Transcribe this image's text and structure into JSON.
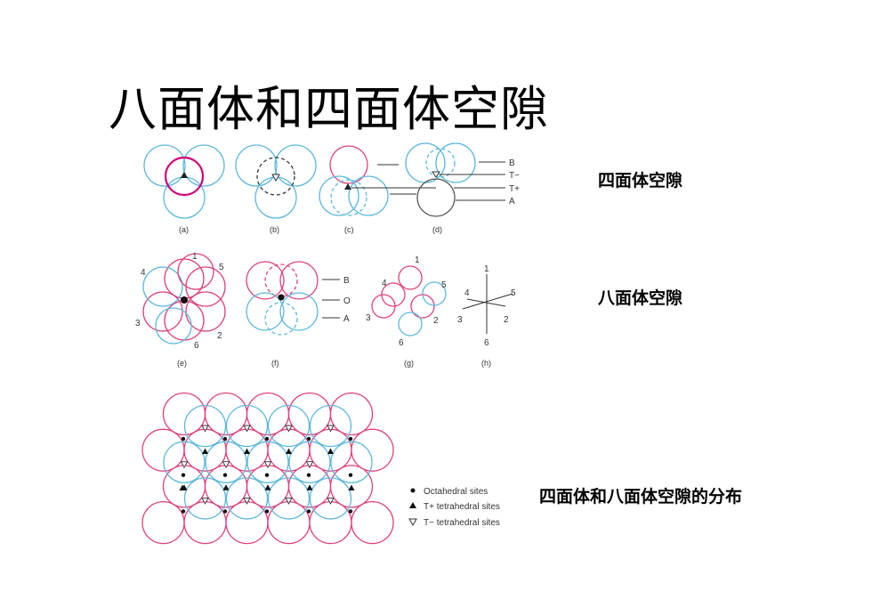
{
  "title": "八面体和四面体空隙",
  "labels": {
    "tetra": "四面体空隙",
    "octa": "八面体空隙",
    "distribution": "四面体和八面体空隙的分布"
  },
  "figure": {
    "captions": [
      "(a)",
      "(b)",
      "(c)",
      "(d)",
      "(e)",
      "(f)",
      "(g)",
      "(h)"
    ],
    "layer_labels_d": [
      "B",
      "T−",
      "T+",
      "A"
    ],
    "layer_labels_f": [
      "B",
      "O",
      "A"
    ],
    "numbers": [
      "1",
      "2",
      "3",
      "4",
      "5",
      "6"
    ],
    "legend": [
      "Octahedral sites",
      "T+ tetrahedral sites",
      "T− tetrahedral sites"
    ]
  },
  "colors": {
    "blue": "#5bb8de",
    "pink": "#e0407e",
    "magenta": "#d1007a",
    "dark": "#333333"
  }
}
